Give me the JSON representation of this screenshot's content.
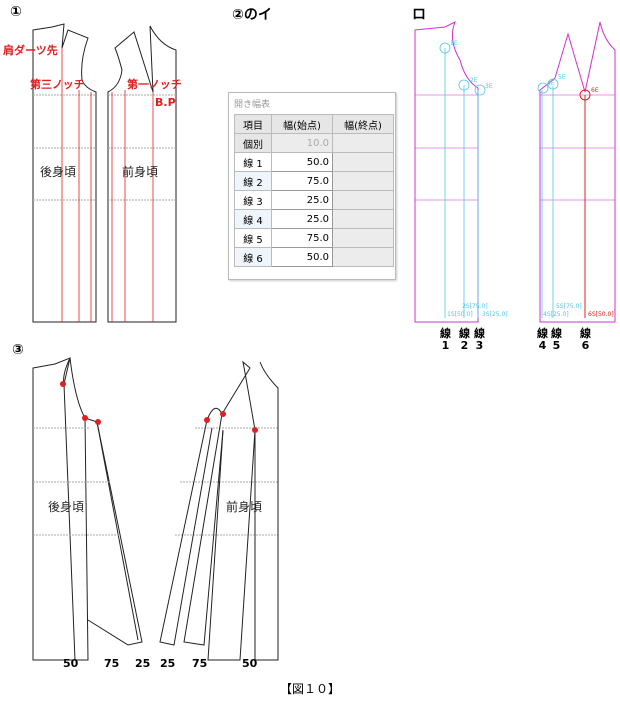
{
  "sections": {
    "s1": "①",
    "s2": "②のイ",
    "s3": "ロ",
    "s4": "③"
  },
  "labels": {
    "shoulder_dart": "肩ダーツ先",
    "third_notch": "第三ノッチ",
    "first_notch": "第一ノッチ",
    "bp": "B.P",
    "back": "後身頃",
    "front": "前身頃"
  },
  "table": {
    "title": "開き幅表",
    "headers": [
      "項目",
      "幅(始点)",
      "幅(終点)"
    ],
    "individual": {
      "label": "個別",
      "value": "10.0"
    },
    "rows": [
      {
        "label": "線 1",
        "start": "50.0"
      },
      {
        "label": "線 2",
        "start": "75.0"
      },
      {
        "label": "線 3",
        "start": "25.0"
      },
      {
        "label": "線 4",
        "start": "25.0"
      },
      {
        "label": "線 5",
        "start": "75.0"
      },
      {
        "label": "線 6",
        "start": "50.0"
      }
    ]
  },
  "line_labels": [
    {
      "t": "線",
      "n": "1"
    },
    {
      "t": "線",
      "n": "2"
    },
    {
      "t": "線",
      "n": "3"
    },
    {
      "t": "線",
      "n": "4"
    },
    {
      "t": "線",
      "n": "5"
    },
    {
      "t": "線",
      "n": "6"
    }
  ],
  "small_labels": [
    "1S[50.0]",
    "2S[75.0]",
    "3S[25.0]",
    "4S[25.0]",
    "5S[75.0]",
    "6S[50.0]",
    "1E",
    "2E",
    "3E",
    "4E",
    "5E",
    "6E"
  ],
  "bottom_values": [
    "50",
    "75",
    "25",
    "25",
    "75",
    "50"
  ],
  "caption": "【図１０】",
  "colors": {
    "red": "#e02020",
    "magenta": "#d030d0",
    "cyan": "#50c8e8"
  }
}
